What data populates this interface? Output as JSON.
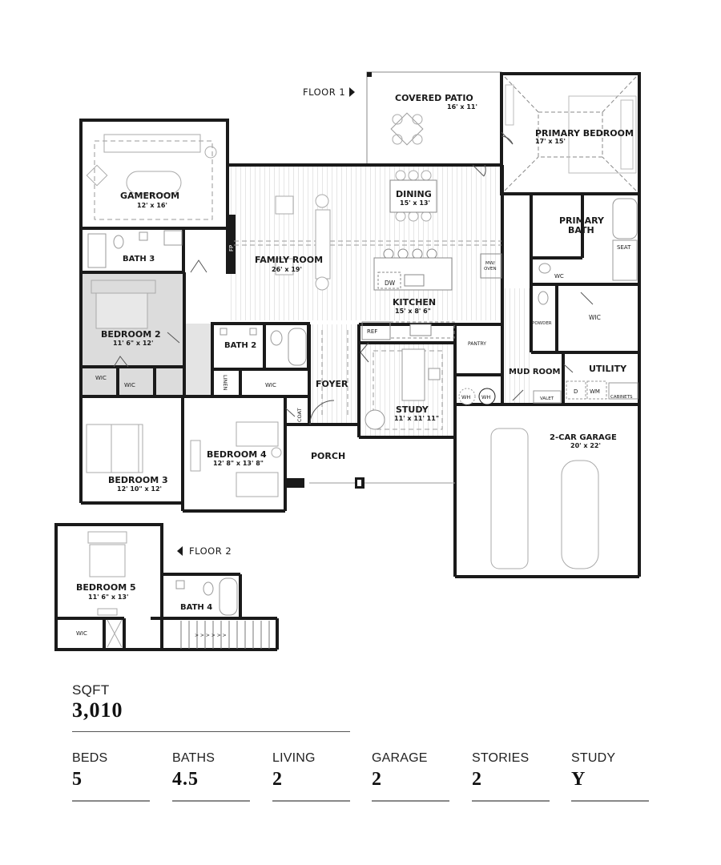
{
  "floors": {
    "floor1_label": "FLOOR 1",
    "floor2_label": "FLOOR 2"
  },
  "rooms": {
    "covered_patio": {
      "name": "COVERED PATIO",
      "size": "16' x 11'"
    },
    "primary_bedroom": {
      "name": "PRIMARY BEDROOM",
      "size": "17' x 15'"
    },
    "gameroom": {
      "name": "GAMEROOM",
      "size": "12' x 16'"
    },
    "dining": {
      "name": "DINING",
      "size": "15' x 13'"
    },
    "primary_bath": {
      "name_line1": "PRIMARY",
      "name_line2": "BATH"
    },
    "seat": "SEAT",
    "wc_primary": "WC",
    "bath3": {
      "name": "BATH 3"
    },
    "fp": "FP",
    "family_room": {
      "name": "FAMILY ROOM",
      "size": "26' x 19'"
    },
    "mw_oven_line1": "MW/",
    "mw_oven_line2": "OVEN",
    "dw": "DW",
    "kitchen": {
      "name": "KITCHEN",
      "size": "15' x 8' 6\""
    },
    "powder": "POWDER",
    "wic_primary": "WIC",
    "bedroom2": {
      "name": "BEDROOM 2",
      "size": "11' 6\" x 12'"
    },
    "bath2": {
      "name": "BATH 2"
    },
    "ref": "REF",
    "pantry": "PANTRY",
    "mud_room": {
      "name": "MUD ROOM"
    },
    "utility": {
      "name": "UTILITY"
    },
    "wic_b2a": "WIC",
    "wic_b2b": "WIC",
    "linen": "LINEN",
    "wic_b4": "WIC",
    "foyer": {
      "name": "FOYER"
    },
    "wh1": "WH",
    "wh2": "WH",
    "dryer": "D",
    "washer": "WM",
    "cabinets": "CABINETS",
    "valet": "VALET",
    "coat": "COAT",
    "study": {
      "name": "STUDY",
      "size": "11' x 11' 11\""
    },
    "bedroom4": {
      "name": "BEDROOM 4",
      "size": "12' 8\" x 13' 8\""
    },
    "porch": {
      "name": "PORCH"
    },
    "garage": {
      "name": "2-CAR GARAGE",
      "size": "20' x 22'"
    },
    "bedroom3": {
      "name": "BEDROOM 3",
      "size": "12' 10\" x 12'"
    },
    "bedroom5": {
      "name": "BEDROOM 5",
      "size": "11' 6\" x 13'"
    },
    "bath4": {
      "name": "BATH 4"
    },
    "wic_b5": "WIC",
    "stair_arrows": "> > > > > >"
  },
  "specs": {
    "sqft": {
      "label": "SQFT",
      "value": "3,010"
    },
    "items": [
      {
        "label": "BEDS",
        "value": "5"
      },
      {
        "label": "BATHS",
        "value": "4.5"
      },
      {
        "label": "LIVING",
        "value": "2"
      },
      {
        "label": "GARAGE",
        "value": "2"
      },
      {
        "label": "STORIES",
        "value": "2"
      },
      {
        "label": "STUDY",
        "value": "Y"
      }
    ]
  },
  "colors": {
    "wall": "#1a1a1a",
    "highlight": "#dcdcdc",
    "fixture": "#9a9a9a"
  }
}
